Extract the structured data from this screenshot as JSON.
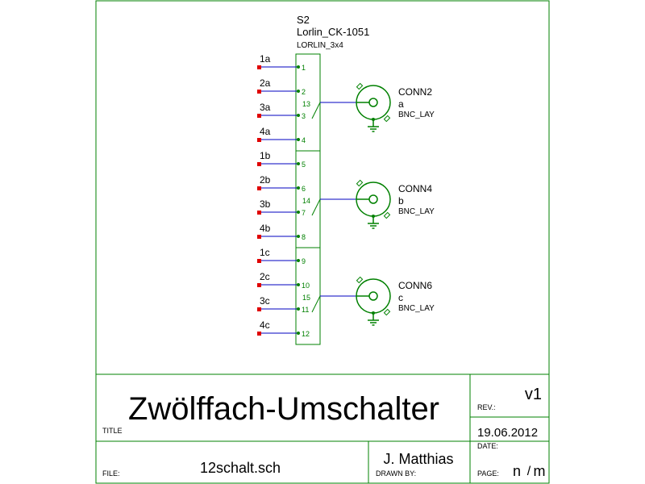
{
  "switch": {
    "ref": "S2",
    "value": "Lorlin_CK-1051",
    "footprint": "LORLIN_3x4",
    "pins": [
      {
        "pin": "1",
        "net": "1a"
      },
      {
        "pin": "2",
        "net": "2a"
      },
      {
        "pin": "3",
        "net": "3a"
      },
      {
        "pin": "4",
        "net": "4a"
      },
      {
        "pin": "5",
        "net": "1b"
      },
      {
        "pin": "6",
        "net": "2b"
      },
      {
        "pin": "7",
        "net": "3b"
      },
      {
        "pin": "8",
        "net": "4b"
      },
      {
        "pin": "9",
        "net": "1c"
      },
      {
        "pin": "10",
        "net": "2c"
      },
      {
        "pin": "11",
        "net": "3c"
      },
      {
        "pin": "12",
        "net": "4c"
      }
    ],
    "commons": [
      "13",
      "14",
      "15"
    ]
  },
  "connectors": [
    {
      "ref": "CONN2",
      "value": "a",
      "footprint": "BNC_LAY"
    },
    {
      "ref": "CONN4",
      "value": "b",
      "footprint": "BNC_LAY"
    },
    {
      "ref": "CONN6",
      "value": "c",
      "footprint": "BNC_LAY"
    }
  ],
  "titleblock": {
    "title": "Zwölffach-Umschalter",
    "title_label": "TITLE",
    "rev": "v1",
    "rev_label": "REV.:",
    "date": "19.06.2012",
    "date_label": "DATE:",
    "file": "12schalt.sch",
    "file_label": "FILE:",
    "author": "J. Matthias",
    "drawn_label": "DRAWN BY:",
    "page_label": "PAGE:",
    "page_n": "n",
    "page_sep": "/",
    "page_m": "m"
  },
  "colors": {
    "frame": "#008000",
    "wire": "#0000c0",
    "junction": "#e00000",
    "component": "#008000"
  }
}
